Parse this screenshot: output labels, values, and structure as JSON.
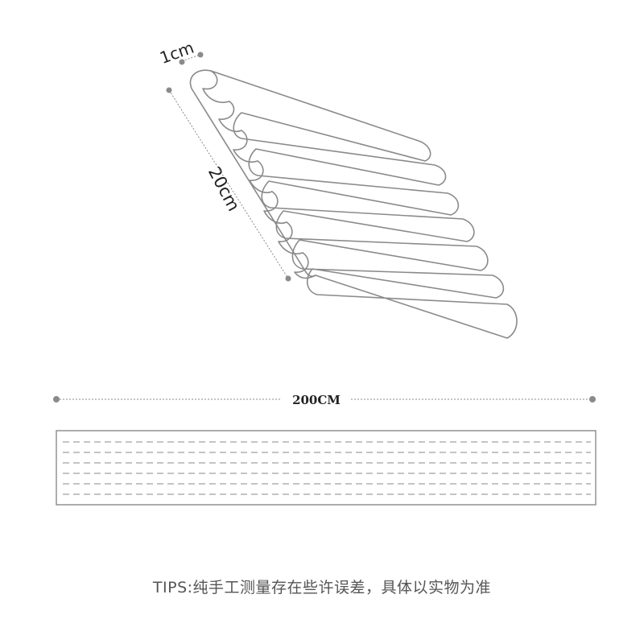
{
  "colors": {
    "line": "#8a8a8a",
    "dot": "#8a8a8a",
    "text": "#222222",
    "tips_text": "#555555",
    "background": "#ffffff"
  },
  "product_view": {
    "thickness_label": "1cm",
    "width_label": "20cm",
    "pleat_count": 7
  },
  "length_bar": {
    "label": "200CM"
  },
  "strip": {
    "dashed_lines": 6
  },
  "tips": "TIPS:纯手工测量存在些许误差，具体以实物为准"
}
